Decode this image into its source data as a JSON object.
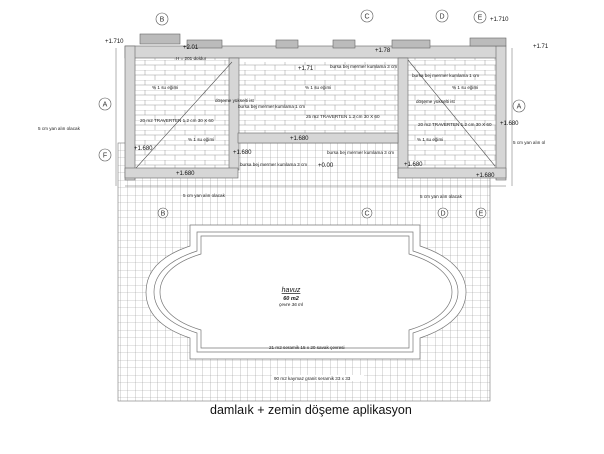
{
  "title": "damlaık + zemin döşeme aplikasyon",
  "axis_markers": {
    "top": [
      "B",
      "C",
      "D",
      "E"
    ],
    "left": [
      "A",
      "F"
    ],
    "right": [
      "A"
    ],
    "bottom": [
      "B",
      "C",
      "D",
      "E"
    ]
  },
  "elevations": [
    "+1.710",
    "+2.01",
    "+1.71",
    "+1.78",
    "+1.710",
    "+1.71",
    "+1.680",
    "+1.680",
    "+1.680",
    "+0.00",
    "+1.680",
    "+1.680",
    "+1.680",
    "+1.680"
  ],
  "notes": {
    "h_dolu": "H = 201 doldur",
    "bursa_3cm": "bursa bej mermer kumlama 3 cm",
    "bursa_1cm": "bursa bej mermer kumlama 1 cm",
    "slope": "% 1 su eğimi",
    "doseme": "döşeme yükselti ist",
    "traverten_25": "25 m2 TRAVERTEN 1.2 cm 30 X 60",
    "traverten_20": "20 m2 TRAVERTEN 1.2 cm 30 X 60",
    "yan_alin": "5 cm yan alın olacak",
    "yan_alin_short": "5 cm yan alın ol"
  },
  "pool": {
    "name": "havuz",
    "area": "60 m2",
    "perimeter": "çevre 36 ml",
    "border": "21 m2 seramik 15 x 20 savak çevresi",
    "deck": "90 m2 kaymaz granit seramik 33 x 33"
  },
  "colors": {
    "line": "#555555",
    "wall": "#cfcfcf",
    "grid": "#9a9a9a"
  }
}
